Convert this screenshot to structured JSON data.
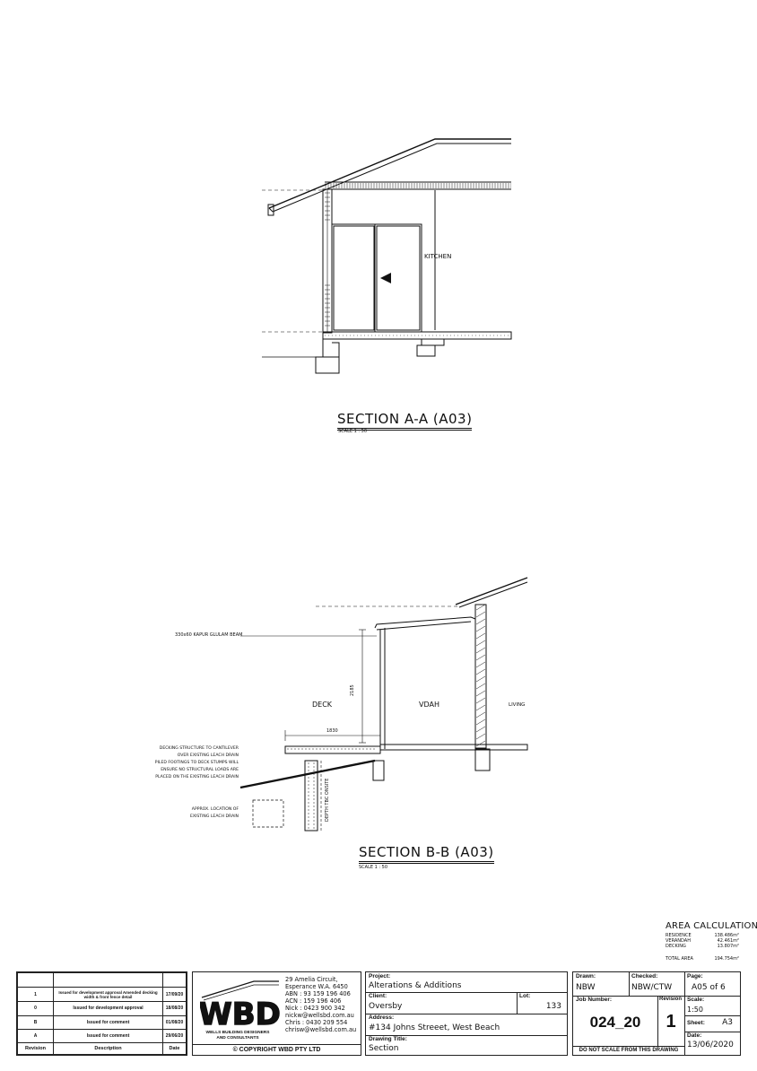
{
  "section_a": {
    "title": "SECTION A-A (A03)",
    "scale": "SCALE 1 : 50",
    "room_label": "KITCHEN"
  },
  "section_b": {
    "title": "SECTION B-B (A03)",
    "scale": "SCALE 1 : 50",
    "labels": {
      "beam": "330x60 KAPUR GLULAM BEAM",
      "deck": "DECK",
      "vdah": "VDAH",
      "living": "LIVING",
      "height_dim": "2185",
      "width_dim": "1830",
      "depth_note": "DEPTH TBC ONSITE",
      "deck_note": [
        "DECKING STRUCTURE TO CANTILEVER",
        "OVER EXISTING LEACH DRAIN",
        "PILED FOOTINGS TO DECK STUMPS WILL",
        "ENSURE NO STRUCTURAL LOADS ARE",
        "PLACED ON THE EXISTING LEACH DRAIN"
      ],
      "leach_note": [
        "APPROX. LOCATION OF",
        "EXISTING LEACH DRAIN"
      ]
    }
  },
  "area_calculations": {
    "title": "AREA CALCULATIONS",
    "rows": [
      {
        "label": "RESIDENCE",
        "value": "138.486m²"
      },
      {
        "label": "VERANDAH",
        "value": "42.461m²"
      },
      {
        "label": "DECKING",
        "value": "13.807m²"
      }
    ],
    "total": {
      "label": "TOTAL AREA",
      "value": "194.754m²"
    }
  },
  "revisions": {
    "headers": {
      "revision": "Revision",
      "description": "Description",
      "date": "Date"
    },
    "rows": [
      {
        "rev": "",
        "desc": "",
        "date": ""
      },
      {
        "rev": "1",
        "desc": "Issued for development approval Amended decking width & front fence detail",
        "date": "17/09/20"
      },
      {
        "rev": "0",
        "desc": "Issued for development approval",
        "date": "18/08/20"
      },
      {
        "rev": "B",
        "desc": "Issued for comment",
        "date": "01/08/20"
      },
      {
        "rev": "A",
        "desc": "Issued for comment",
        "date": "29/06/20"
      }
    ]
  },
  "company": {
    "logo_text": "WBD",
    "name_line1": "WELLS BUILDING DESIGNERS",
    "name_line2": "AND CONSULTANTS",
    "copyright": "© COPYRIGHT WBD PTY LTD",
    "contact": [
      "29 Amelia Circuit,",
      "Esperance W.A. 6450",
      "ABN : 93 159 196 406",
      "ACN : 159 196 406",
      "Nick : 0423 900 342",
      "nickw@wellsbd.com.au",
      "Chris : 0430 209 554",
      "chrisw@wellsbd.com.au"
    ]
  },
  "project": {
    "project_label": "Project:",
    "project_value": "Alterations & Additions",
    "client_label": "Client:",
    "client_value": "Oversby",
    "lot_label": "Lot:",
    "lot_value": "133",
    "address_label": "Address:",
    "address_value": "#134 Johns Streeet, West Beach",
    "drawing_title_label": "Drawing Title:",
    "drawing_title_value": "Section"
  },
  "sheet": {
    "drawn_label": "Drawn:",
    "drawn_value": "NBW",
    "checked_label": "Checked:",
    "checked_value": "NBW/CTW",
    "page_label": "Page:",
    "page_value": "A05 of 6",
    "job_label": "Job Number:",
    "job_value": "024_20",
    "revision_label": "Revision",
    "revision_value": "1",
    "scale_label": "Scale:",
    "scale_value": "1:50",
    "sheet_label": "Sheet:",
    "sheet_value": "A3",
    "date_label": "Date:",
    "date_value": "13/06/2020",
    "warning": "DO NOT SCALE FROM THIS DRAWING"
  }
}
